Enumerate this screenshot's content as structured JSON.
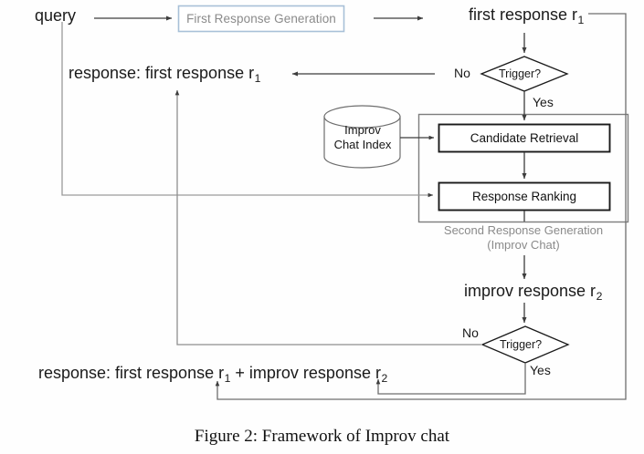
{
  "figure": {
    "caption": "Figure 2: Framework of Improv chat",
    "background": "#fefefe"
  },
  "nodes": {
    "query": "query",
    "first_response_generation": "First Response Generation",
    "first_response": "first response r",
    "first_response_sub": "1",
    "response_first_only": "response: first response r",
    "response_first_only_sub": "1",
    "improv_response": "improv response r",
    "improv_response_sub": "2",
    "response_combined_a": "response: first response r",
    "response_combined_sub1": "1",
    "response_combined_b": " + improv response r",
    "response_combined_sub2": "2",
    "db_line1": "Improv",
    "db_line2": "Chat Index",
    "candidate_retrieval": "Candidate Retrieval",
    "response_ranking": "Response Ranking",
    "group_line1": "Second Response Generation",
    "group_line2": "(Improv Chat)"
  },
  "decisions": {
    "trigger_1": "Trigger?",
    "trigger_2": "Trigger?",
    "no_1": "No",
    "yes_1": "Yes",
    "no_2": "No",
    "yes_2": "Yes"
  },
  "colors": {
    "first_gen_box_border": "#a8c0d8",
    "first_gen_box_text": "#8a8a8a",
    "group_box_border": "#808080",
    "group_caption_text": "#8a8a8a",
    "node_box_border": "#1a1a1a",
    "arrow": "#4a4a4a",
    "text": "#1a1a1a",
    "background": "#fefefe"
  },
  "flow": {
    "edges": [
      {
        "from": "query",
        "to": "first_response_generation",
        "label": ""
      },
      {
        "from": "first_response_generation",
        "to": "first_response",
        "label": ""
      },
      {
        "from": "first_response",
        "to": "trigger_1",
        "label": ""
      },
      {
        "from": "trigger_1",
        "to": "response_first_only",
        "label": "No"
      },
      {
        "from": "trigger_1",
        "to": "candidate_retrieval",
        "label": "Yes"
      },
      {
        "from": "improv_chat_index",
        "to": "candidate_retrieval",
        "label": ""
      },
      {
        "from": "candidate_retrieval",
        "to": "response_ranking",
        "label": ""
      },
      {
        "from": "query",
        "to": "response_ranking",
        "label": ""
      },
      {
        "from": "response_ranking",
        "to": "improv_response",
        "label": ""
      },
      {
        "from": "improv_response",
        "to": "trigger_2",
        "label": ""
      },
      {
        "from": "trigger_2",
        "to": "response_first_only",
        "label": "No"
      },
      {
        "from": "trigger_2",
        "to": "response_combined",
        "label": "Yes"
      }
    ]
  }
}
